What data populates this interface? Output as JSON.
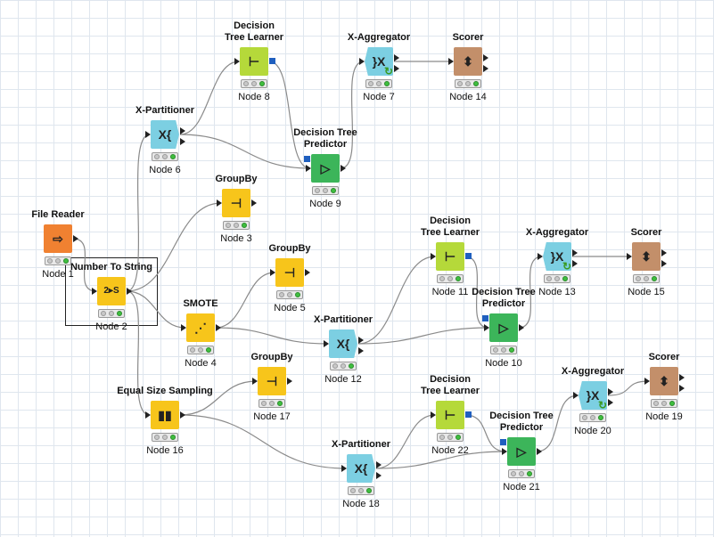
{
  "canvas": {
    "background": "#ffffff",
    "grid_color": "#dfe6ee"
  },
  "colors": {
    "source": "#f08131",
    "manipulator": "#f7c51b",
    "learner": "#b5d93a",
    "predictor": "#3cb55a",
    "loop_start": "#7ccfe2",
    "loop_end": "#7ccfe2",
    "other": "#c38f6a",
    "model_port": "#1f5fbf",
    "status_green": "#3fbf3f"
  },
  "nodes": [
    {
      "id": "n1",
      "title": "File Reader",
      "label": "Node 1",
      "type": "source",
      "glyph": "⇨"
    },
    {
      "id": "n2",
      "title": "Number To String",
      "label": "Node 2",
      "type": "manipulator",
      "glyph": "2▸S"
    },
    {
      "id": "n3",
      "title": "GroupBy",
      "label": "Node 3",
      "type": "manipulator",
      "glyph": "⊣"
    },
    {
      "id": "n4",
      "title": "SMOTE",
      "label": "Node 4",
      "type": "manipulator",
      "glyph": "⋰"
    },
    {
      "id": "n5",
      "title": "GroupBy",
      "label": "Node 5",
      "type": "manipulator",
      "glyph": "⊣"
    },
    {
      "id": "n6",
      "title": "X-Partitioner",
      "label": "Node 6",
      "type": "loop_start",
      "glyph": "X{"
    },
    {
      "id": "n7",
      "title": "X-Aggregator",
      "label": "Node 7",
      "type": "loop_end",
      "glyph": "}X"
    },
    {
      "id": "n8",
      "title": "Decision\nTree Learner",
      "label": "Node 8",
      "type": "learner",
      "glyph": "⊢"
    },
    {
      "id": "n9",
      "title": "Decision Tree\nPredictor",
      "label": "Node 9",
      "type": "predictor",
      "glyph": "▷"
    },
    {
      "id": "n10",
      "title": "Decision Tree\nPredictor",
      "label": "Node 10",
      "type": "predictor",
      "glyph": "▷"
    },
    {
      "id": "n11",
      "title": "Decision\nTree Learner",
      "label": "Node 11",
      "type": "learner",
      "glyph": "⊢"
    },
    {
      "id": "n12",
      "title": "X-Partitioner",
      "label": "Node 12",
      "type": "loop_start",
      "glyph": "X{"
    },
    {
      "id": "n13",
      "title": "X-Aggregator",
      "label": "Node 13",
      "type": "loop_end",
      "glyph": "}X"
    },
    {
      "id": "n14",
      "title": "Scorer",
      "label": "Node 14",
      "type": "other",
      "glyph": "⬍"
    },
    {
      "id": "n15",
      "title": "Scorer",
      "label": "Node 15",
      "type": "other",
      "glyph": "⬍"
    },
    {
      "id": "n16",
      "title": "Equal Size Sampling",
      "label": "Node 16",
      "type": "manipulator",
      "glyph": "▮▮"
    },
    {
      "id": "n17",
      "title": "GroupBy",
      "label": "Node 17",
      "type": "manipulator",
      "glyph": "⊣"
    },
    {
      "id": "n18",
      "title": "X-Partitioner",
      "label": "Node 18",
      "type": "loop_start",
      "glyph": "X{"
    },
    {
      "id": "n19",
      "title": "Scorer",
      "label": "Node 19",
      "type": "other",
      "glyph": "⬍"
    },
    {
      "id": "n20",
      "title": "X-Aggregator",
      "label": "Node 20",
      "type": "loop_end",
      "glyph": "}X"
    },
    {
      "id": "n21",
      "title": "Decision Tree\nPredictor",
      "label": "Node 21",
      "type": "predictor",
      "glyph": "▷"
    },
    {
      "id": "n22",
      "title": "Decision\nTree Learner",
      "label": "Node 22",
      "type": "learner",
      "glyph": "⊢"
    }
  ],
  "status": {
    "lights": [
      "off",
      "off",
      "green"
    ]
  }
}
